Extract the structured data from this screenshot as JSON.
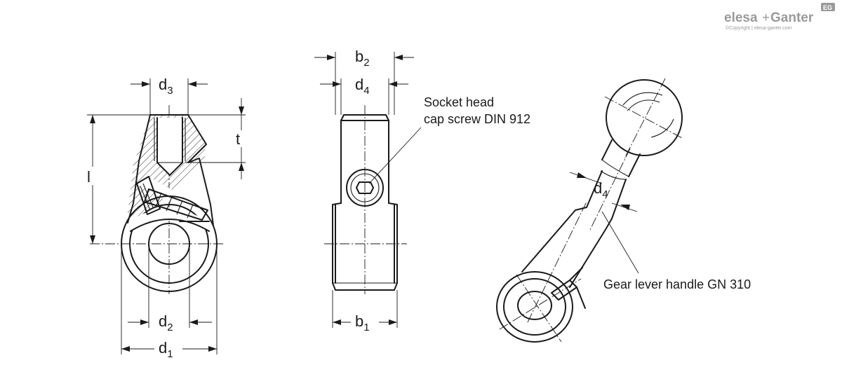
{
  "brand": {
    "name_left": "elesa",
    "plus": "+",
    "name_right": "Ganter",
    "badge": "EG",
    "copyright": "©Copyright | elesa-ganter.com"
  },
  "dimensions": {
    "d1": {
      "main": "d",
      "sub": "1"
    },
    "d2": {
      "main": "d",
      "sub": "2"
    },
    "d3": {
      "main": "d",
      "sub": "3"
    },
    "d4_side": {
      "main": "d",
      "sub": "4"
    },
    "d4_iso": {
      "main": "d",
      "sub": "4"
    },
    "b1": {
      "main": "b",
      "sub": "1"
    },
    "b2": {
      "main": "b",
      "sub": "2"
    },
    "l": "l",
    "t": "t"
  },
  "callouts": {
    "screw_line1": "Socket head",
    "screw_line2": "cap screw DIN 912",
    "handle": "Gear lever handle GN 310"
  }
}
